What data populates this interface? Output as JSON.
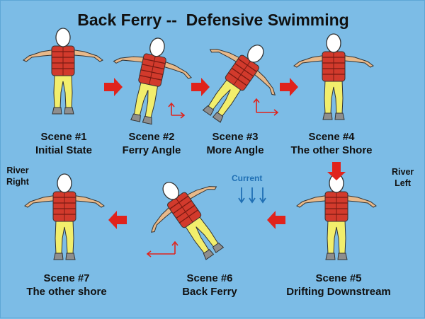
{
  "title": "Back Ferry --  Defensive Swimming",
  "scenes": [
    {
      "number": "Scene #1",
      "label": "Initial State"
    },
    {
      "number": "Scene #2",
      "label": "Ferry Angle"
    },
    {
      "number": "Scene #3",
      "label": "More Angle"
    },
    {
      "number": "Scene #4",
      "label": "The other Shore"
    },
    {
      "number": "Scene #5",
      "label": "Drifting Downstream"
    },
    {
      "number": "Scene #6",
      "label": "Back Ferry"
    },
    {
      "number": "Scene #7",
      "label": "The other shore"
    }
  ],
  "river_right": {
    "line1": "River",
    "line2": "Right"
  },
  "river_left": {
    "line1": "River",
    "line2": "Left"
  },
  "current_label": "Current",
  "colors": {
    "background": "#7cbce6",
    "life_vest": "#d23a2c",
    "pants": "#f2ee6c",
    "skin": "#e8b98a",
    "shoes": "#8e8e8e",
    "arrow": "#e0231c",
    "current_arrows": "#1f6fb4"
  }
}
